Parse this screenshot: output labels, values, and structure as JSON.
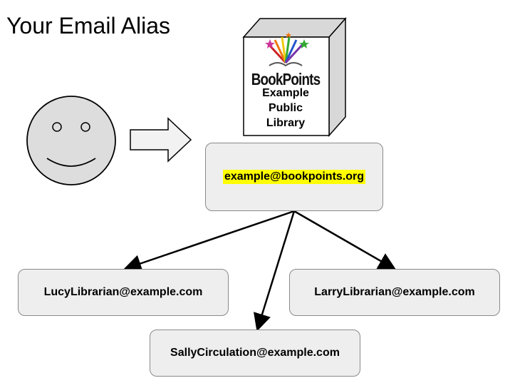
{
  "title": "Your Email Alias",
  "library": {
    "brand": "BookPoints",
    "name": "Example\nPublic\nLibrary"
  },
  "alias": {
    "address": "example@bookpoints.org",
    "highlight_color": "#ffff00"
  },
  "recipients": [
    {
      "address": "LucyLibrarian@example.com"
    },
    {
      "address": "SallyCirculation@example.com"
    },
    {
      "address": "LarryLibrarian@example.com"
    }
  ],
  "icons": [
    "smiley-face-icon",
    "right-arrow-icon",
    "library-logo-icon"
  ]
}
